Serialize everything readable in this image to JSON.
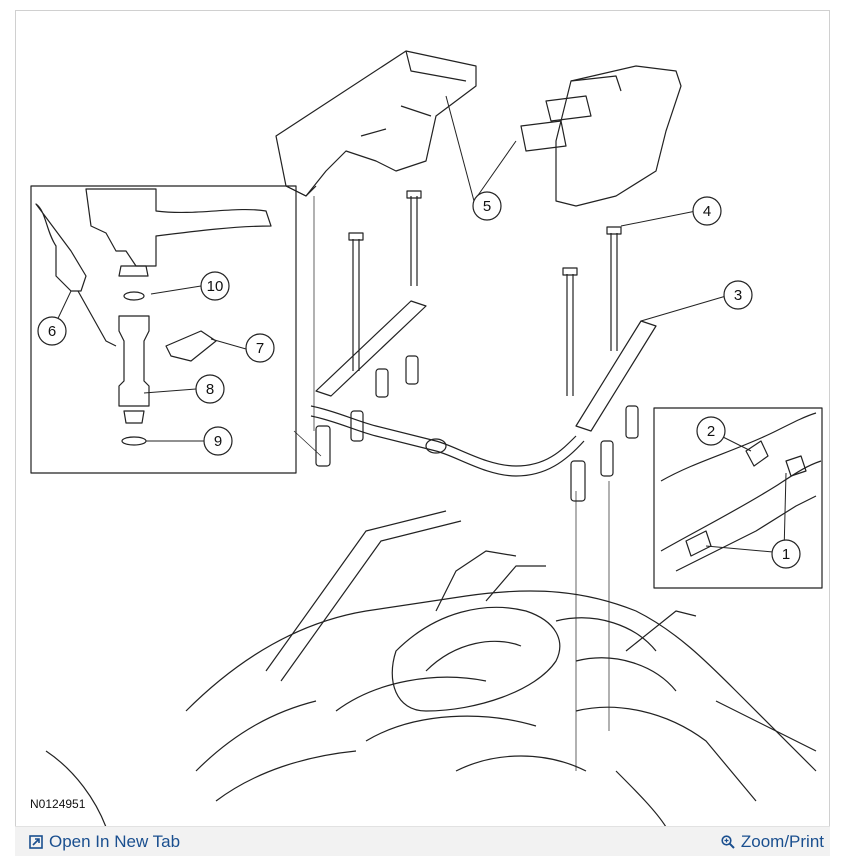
{
  "diagram": {
    "callouts": [
      "1",
      "2",
      "3",
      "4",
      "5",
      "6",
      "7",
      "8",
      "9",
      "10"
    ],
    "figure_code": "N0124951"
  },
  "toolbar": {
    "open_new_tab_label": "Open In New Tab",
    "zoom_print_label": "Zoom/Print",
    "link_color": "#1a4f8f"
  },
  "icons": {
    "open_tab": "open-new-tab-icon",
    "zoom": "magnifier-zoom-icon"
  }
}
